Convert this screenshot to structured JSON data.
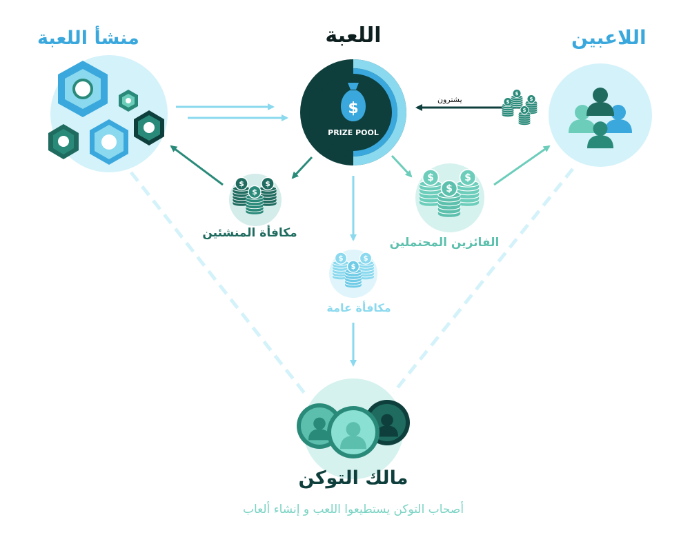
{
  "labels": {
    "creators": "منشأ اللعبة",
    "game": "اللعبة",
    "players": "اللاعبين",
    "buy": "يشترون",
    "prize_pool": "PRIZE POOL",
    "creators_reward": "مكافأة المنشئين",
    "winners": "الفائزين المحتملين",
    "public_reward": "مكافأة عامة",
    "token_owner": "مالك التوكن",
    "token_caption": "أصحاب التوكن يستطيعوا اللعب و إنشاء ألعاب"
  },
  "colors": {
    "blue": "#3aa8dc",
    "dark_teal": "#0e3f3c",
    "teal": "#2a8a7a",
    "mint": "#6ccdbb",
    "sky": "#8ad9ee",
    "pale_blue": "#d4f2fa"
  },
  "icons": {
    "creators": "hexagon-cluster-icon",
    "game": "money-bag-icon",
    "players": "user-group-icon",
    "coins": "coin-stack-icon",
    "token_owner": "user-group-icon"
  }
}
